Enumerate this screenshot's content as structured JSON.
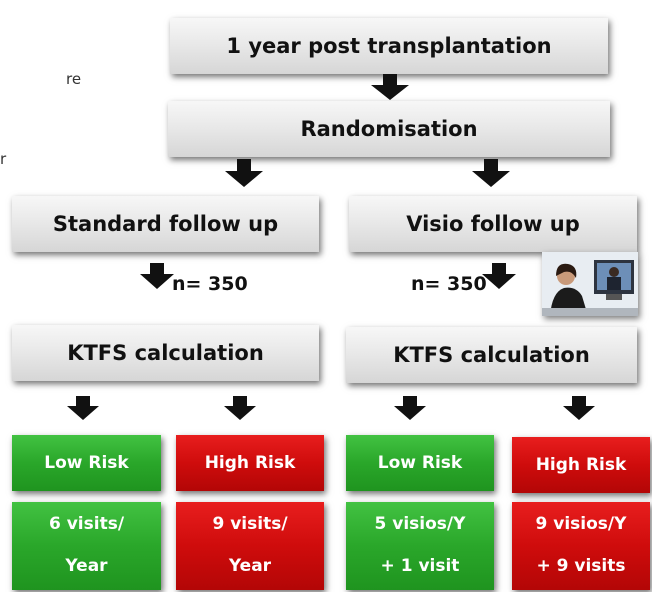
{
  "partial_text": {
    "line1": "re",
    "line2": "r"
  },
  "top": {
    "title": "1 year post transplantation",
    "randomisation": "Randomisation"
  },
  "left": {
    "follow_up": "Standard follow up",
    "n": "n= 350",
    "ktfs": "KTFS calculation",
    "low_risk": "Low Risk",
    "high_risk": "High Risk",
    "low_visits": {
      "line1": "6 visits/",
      "line2": "Year"
    },
    "high_visits": {
      "line1": "9 visits/",
      "line2": "Year"
    }
  },
  "right": {
    "follow_up": "Visio follow up",
    "n": "n= 350",
    "ktfs": "KTFS calculation",
    "low_risk": "Low Risk",
    "high_risk": "High Risk",
    "low_visits": {
      "line1": "5 visios/Y",
      "line2": "+ 1 visit"
    },
    "high_visits": {
      "line1": "9 visios/Y",
      "line2": "+ 9 visits"
    }
  },
  "colors": {
    "low_risk": "#2aa72a",
    "high_risk": "#cf0c0c",
    "gray_box": "#e0e0e0",
    "arrow": "#111111"
  },
  "icons": {
    "video_call": "video-call-photo-icon",
    "arrow": "down-arrow-icon"
  }
}
